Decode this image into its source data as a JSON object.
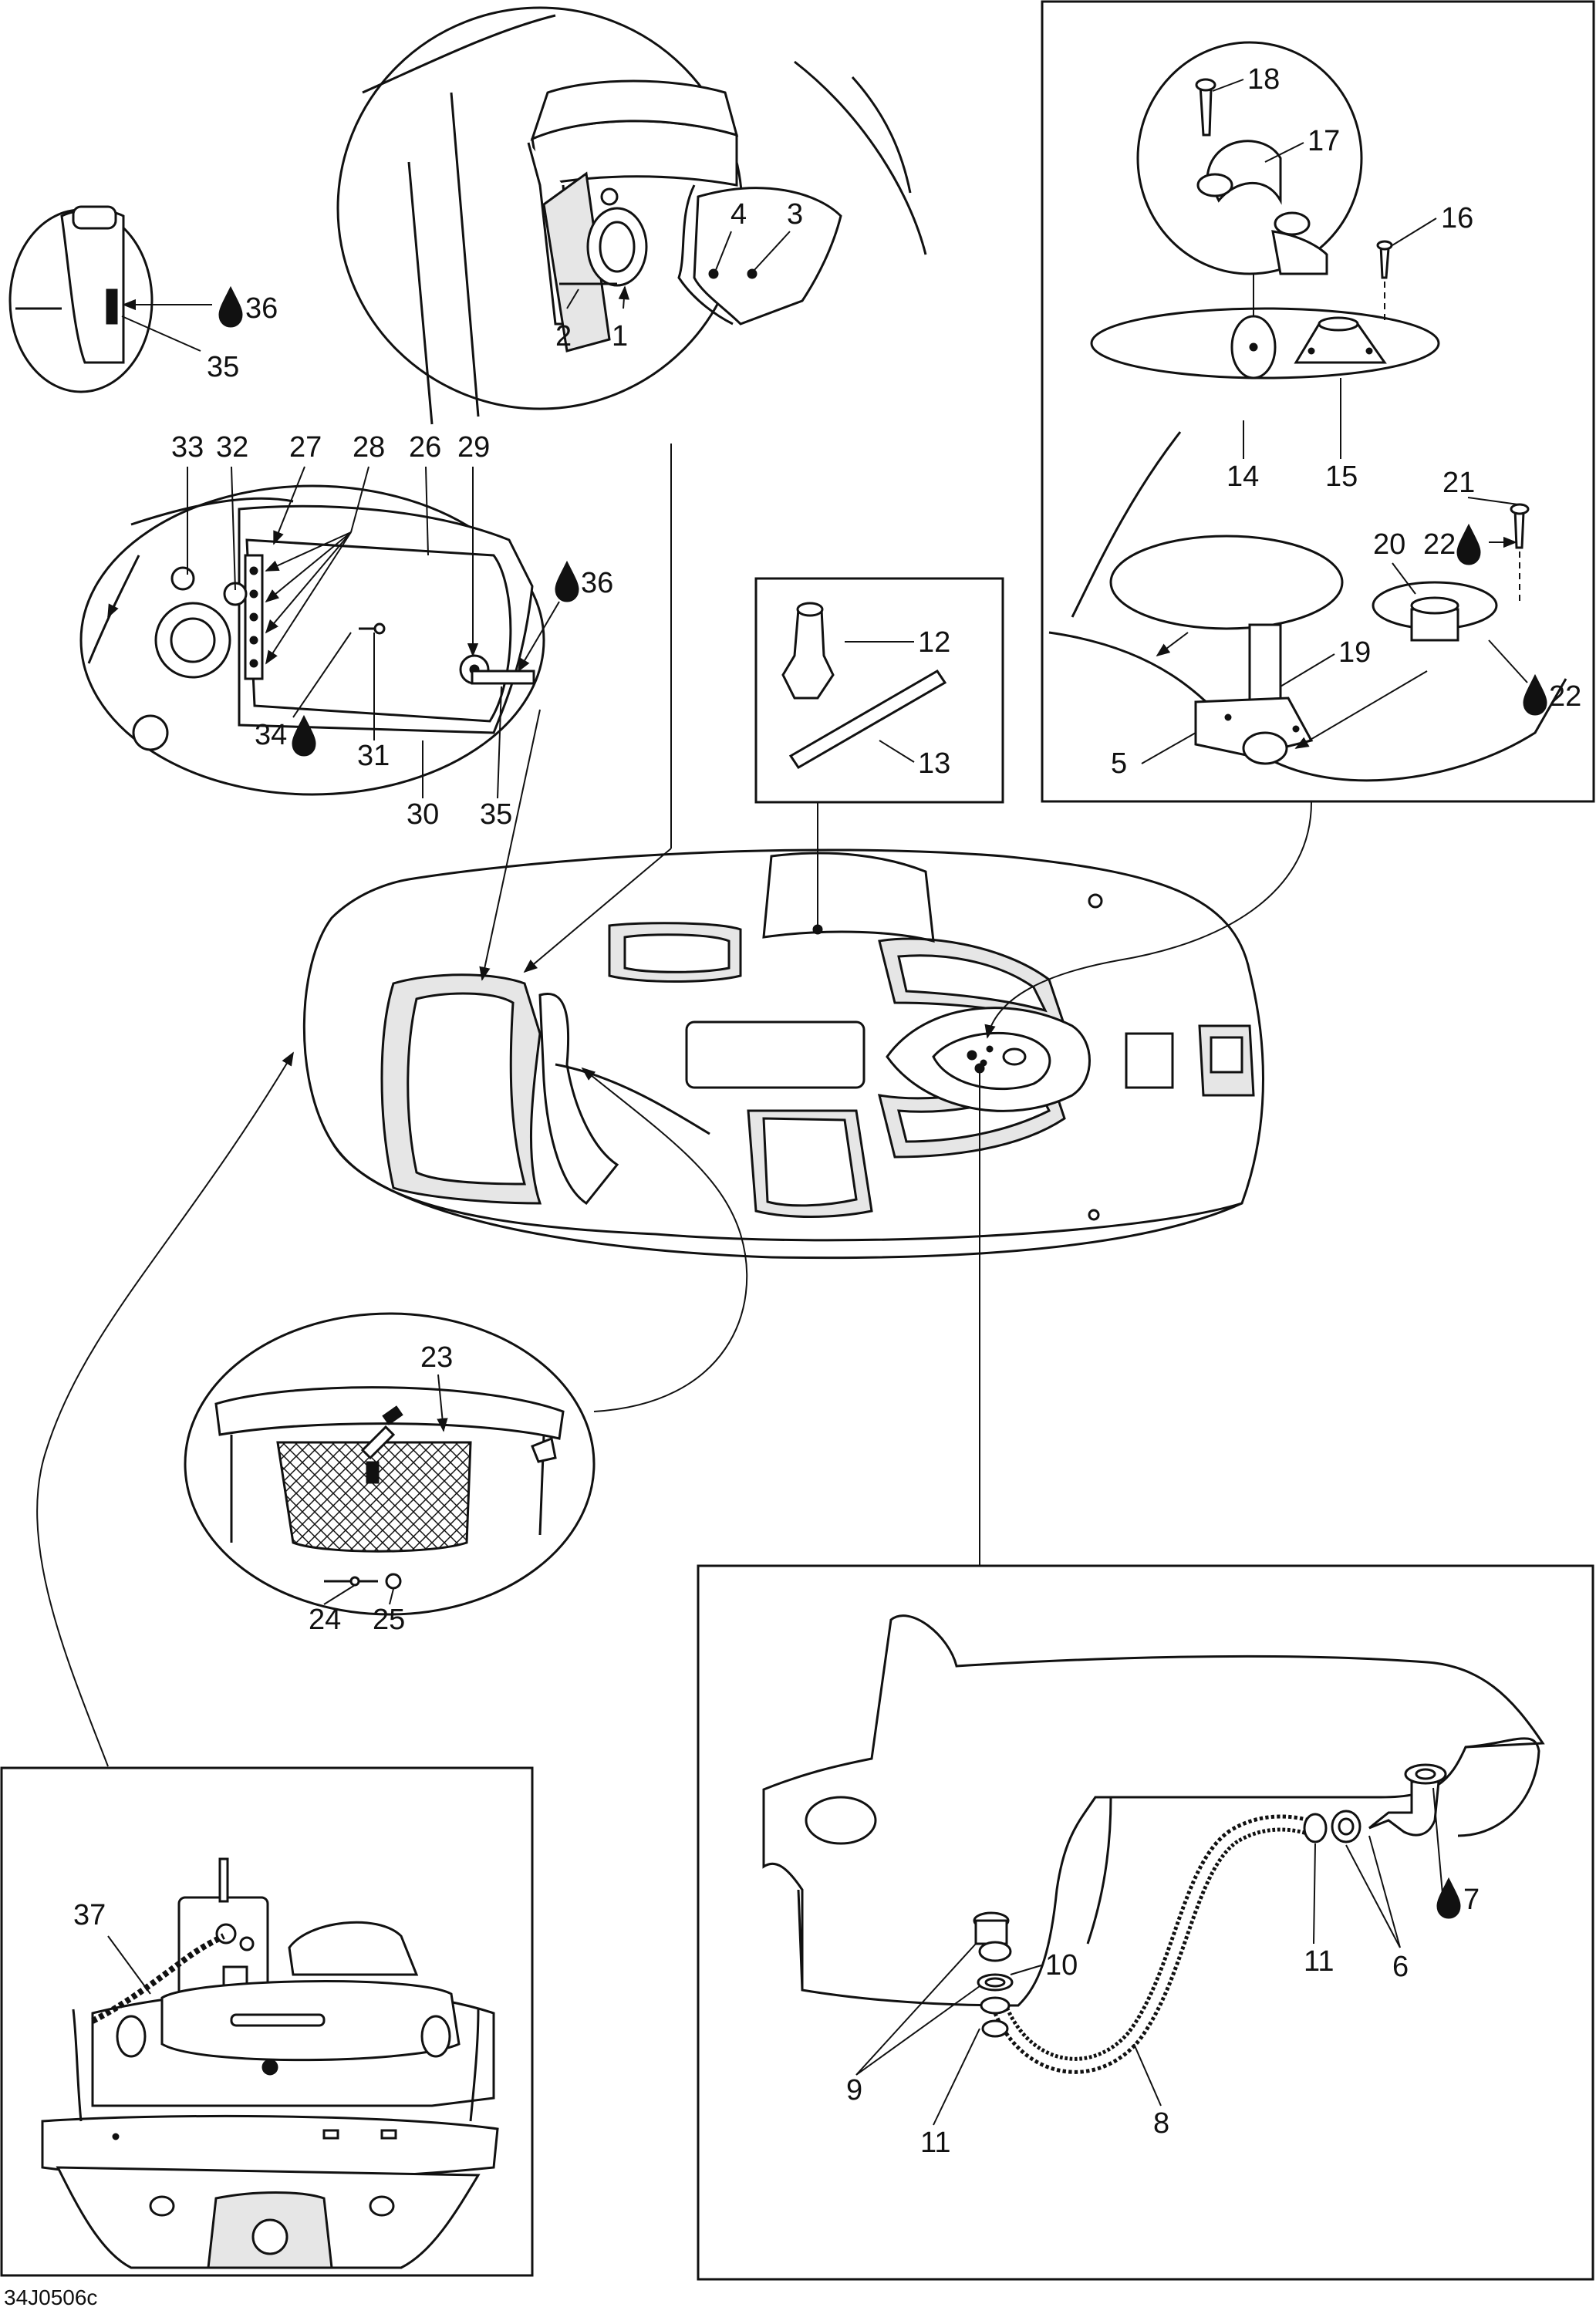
{
  "figure_code": "34J0506c",
  "callouts": {
    "c1": "1",
    "c2": "2",
    "c3": "3",
    "c4": "4",
    "c5": "5",
    "c6": "6",
    "c7": "7",
    "c8": "8",
    "c9": "9",
    "c10": "10",
    "c11a": "11",
    "c11b": "11",
    "c12": "12",
    "c13": "13",
    "c14": "14",
    "c15": "15",
    "c16": "16",
    "c17": "17",
    "c18": "18",
    "c19": "19",
    "c20": "20",
    "c21": "21",
    "c22a": "22",
    "c22b": "22",
    "c23": "23",
    "c24": "24",
    "c25": "25",
    "c26": "26",
    "c27": "27",
    "c28": "28",
    "c29": "29",
    "c30": "30",
    "c31": "31",
    "c32": "32",
    "c33": "33",
    "c34": "34",
    "c35a": "35",
    "c35b": "35",
    "c36a": "36",
    "c36b": "36",
    "c37": "37"
  },
  "icons": {
    "drop": "sealant-drop-icon"
  }
}
